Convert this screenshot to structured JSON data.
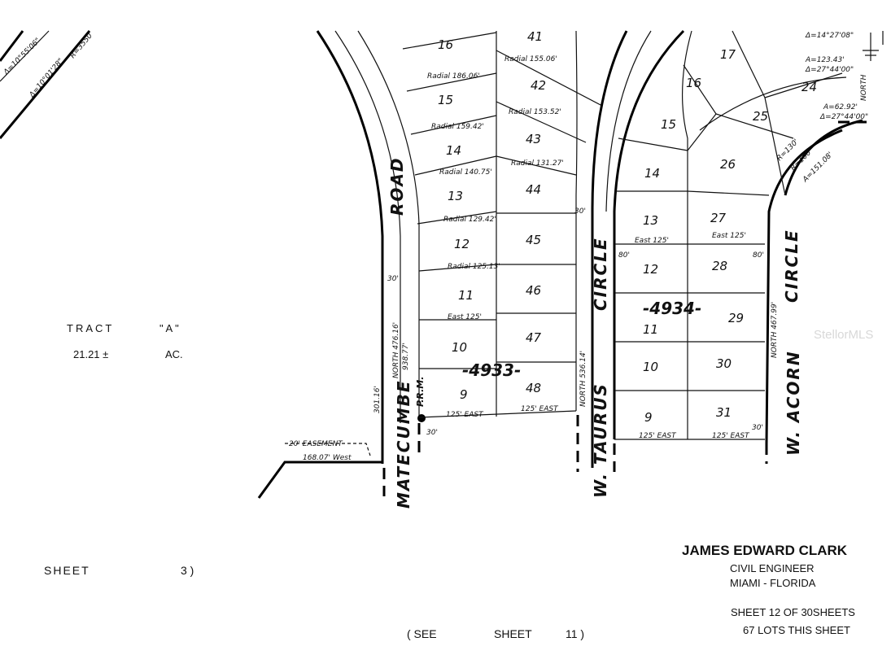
{
  "tract": {
    "label": "TRACT",
    "name": "\" A \"",
    "area": "21.21 ±",
    "unit": "AC."
  },
  "roads": [
    "MATECUMBE",
    "ROAD",
    "W. TAURUS",
    "CIRCLE",
    "W. ACORN",
    "CIRCLE"
  ],
  "blocks": [
    "-4933-",
    "-4934-"
  ],
  "prm": "P.R.M.",
  "easement": "20' EASEMENT",
  "easement_dim": "168.07' West",
  "lots_block_4933_west": [
    "16",
    "15",
    "14",
    "13",
    "12",
    "11",
    "10",
    "9"
  ],
  "lots_block_4933_east": [
    "41",
    "42",
    "43",
    "44",
    "45",
    "46",
    "47",
    "48"
  ],
  "lots_block_4934_west": [
    "15",
    "14",
    "13",
    "12",
    "11",
    "10",
    "9"
  ],
  "lots_block_4934_east": [
    "17",
    "16",
    "25",
    "24",
    "26",
    "27",
    "28",
    "29",
    "30",
    "31"
  ],
  "dimensions": {
    "radial_4933": [
      "Radial 186.06'",
      "Radial 159.42'",
      "Radial 140.75'",
      "Radial 129.42'",
      "Radial 125.13'"
    ],
    "radial_4933_east": [
      "Radial 155.06'",
      "Radial 153.52'",
      "Radial 131.27'"
    ],
    "east_labels": [
      "East 125'",
      "125' EAST",
      "125' EAST",
      "East 125'",
      "East 125'",
      "125' EAST",
      "125' EAST"
    ],
    "road_dims": [
      "NORTH 476.16'",
      "938.77'",
      "301.16'",
      "NORTH 536.14'",
      "NORTH 467.99'"
    ],
    "arc_top_left": [
      "Δ=10°55'06\"",
      "Δ=10°01'28\"",
      "R=3550"
    ],
    "arc_top_right": [
      "Δ=14°27'08\"",
      "A=123.43'",
      "Δ=27°44'00\"",
      "A=62.92'",
      "Δ=27°44'00\"",
      "R=130'",
      "R=100'",
      "A=151.08'"
    ],
    "misc": [
      "30'",
      "30'",
      "30'",
      "30'",
      "80'",
      "80'",
      "NORTH"
    ]
  },
  "watermark": "StellorMLS",
  "sheet_ref_left": {
    "label": "SHEET",
    "value": "3 )"
  },
  "sheet_ref_bottom": {
    "see": "( SEE",
    "sheet": "SHEET",
    "value": "11 )"
  },
  "title_block": {
    "name": "JAMES EDWARD CLARK",
    "title": "CIVIL ENGINEER",
    "location": "MIAMI - FLORIDA",
    "sheet": "SHEET 12  OF 30SHEETS",
    "lots": "67  LOTS  THIS  SHEET"
  }
}
